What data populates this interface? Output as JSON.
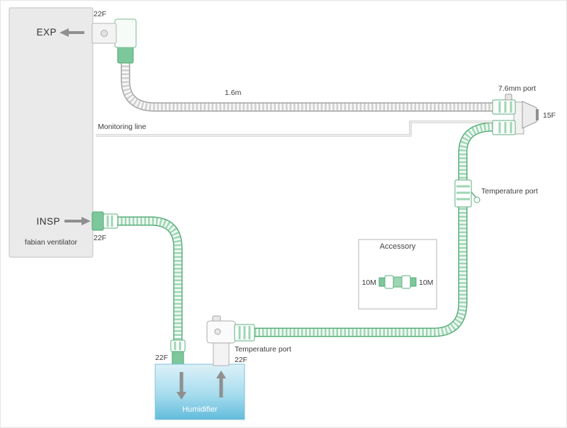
{
  "colors": {
    "tube_green": "#56ad78",
    "tube_green_light": "#9ed6b4",
    "tube_gray": "#a3a3a3",
    "humidifier_blue": "#62bcdb",
    "ventilator_gray": "#eaeaea",
    "arrow_gray": "#8f8f8f"
  },
  "ventilator": {
    "name": "fabian ventilator",
    "exp_label": "EXP",
    "insp_label": "INSP",
    "exp_port_size": "22F",
    "insp_port_size": "22F"
  },
  "exp_limb": {
    "tube_length": "1.6m",
    "monitoring_line_label": "Monitoring line"
  },
  "patient_end": {
    "port_label": "7.6mm port",
    "connector_size": "15F"
  },
  "insp_limb": {
    "temperature_port_label": "Temperature port"
  },
  "accessory": {
    "title": "Accessory",
    "left_size": "10M",
    "right_size": "10M"
  },
  "humidifier": {
    "name": "Humidifier",
    "inlet_size": "22F",
    "outlet_size": "22F",
    "outlet_temperature_port_label": "Temperature port"
  }
}
